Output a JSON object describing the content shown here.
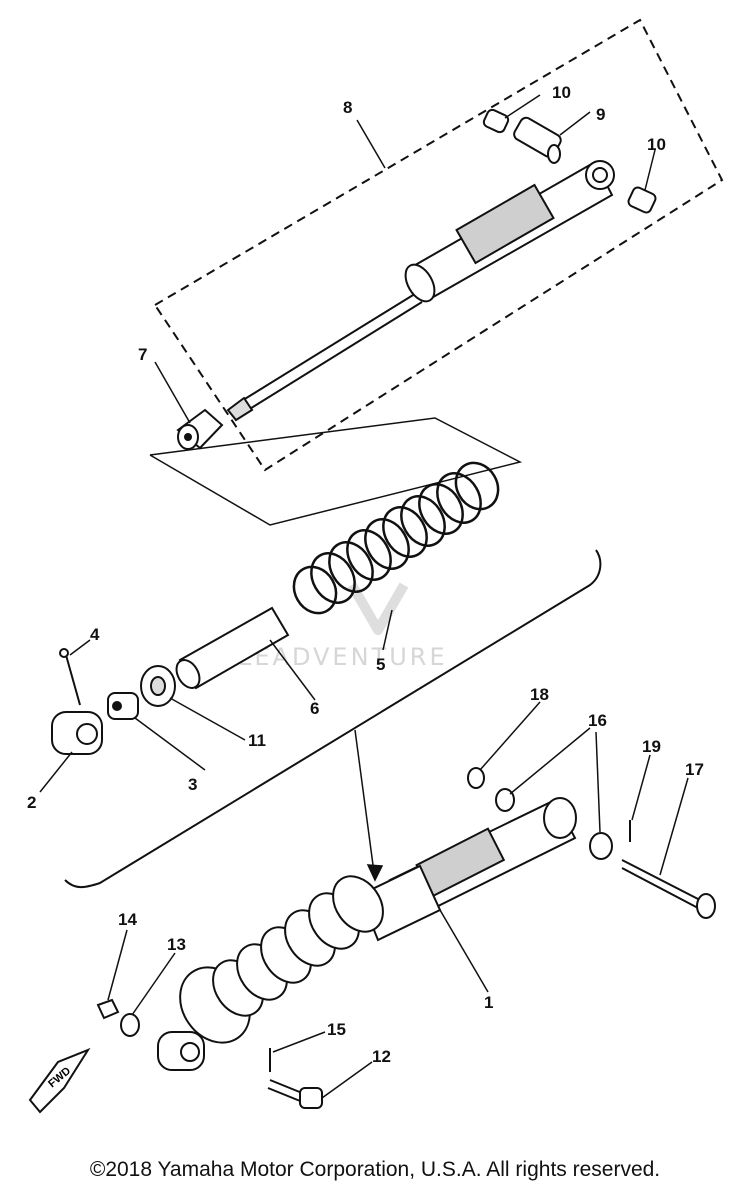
{
  "diagram": {
    "callouts": {
      "c1": "1",
      "c2": "2",
      "c3": "3",
      "c4": "4",
      "c5": "5",
      "c6": "6",
      "c7": "7",
      "c8": "8",
      "c9": "9",
      "c10a": "10",
      "c10b": "10",
      "c11": "11",
      "c12": "12",
      "c13": "13",
      "c14": "14",
      "c15": "15",
      "c16": "16",
      "c17": "17",
      "c18": "18",
      "c19": "19"
    },
    "fwd_label": "FWD",
    "watermark": "LEADVENTURE"
  },
  "footer": {
    "copyright": "©2018 Yamaha Motor Corporation, U.S.A. All rights reserved."
  }
}
